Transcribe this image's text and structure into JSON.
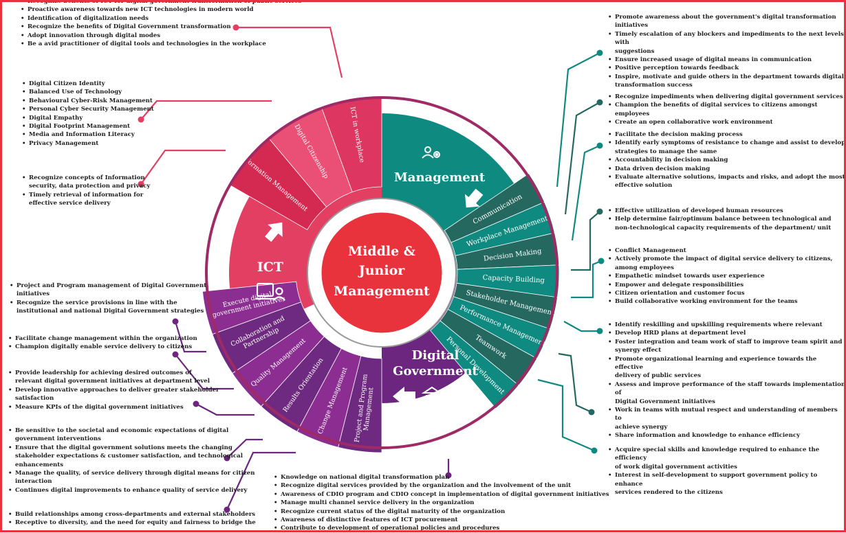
{
  "center": {
    "line1": "Middle &",
    "line2": "Junior",
    "line3": "Management"
  },
  "quadrants": {
    "management": {
      "label": "Management",
      "icon": "manager-gear-icon",
      "color": "#0f8a80"
    },
    "ict": {
      "label": "ICT",
      "icon": "computer-user-icon",
      "color": "#e23f63"
    },
    "digital_government": {
      "line1": "Digital",
      "line2": "Government",
      "icon": "government-building-icon",
      "color": "#6c2680"
    }
  },
  "ict_segments": [
    "Information Management",
    "Digital Citizenship",
    "ICT in workplace"
  ],
  "management_segments": [
    "Communication",
    "Workplace Management",
    "Decision Making",
    "Capacity Building",
    "Stakeholder Management",
    "Performance Management",
    "Teamwork",
    "Personal Development"
  ],
  "dg_segments": [
    "Project and Program|Management",
    "Change Management",
    "Results Orientation",
    "Quality Management",
    "Collaboration and|Partnership",
    "Execute digital|government initiatives"
  ],
  "lists": {
    "ict_workplace": [
      "Recognize benefits of ICT for digital government transformation of public services",
      "Proactive awareness towards new ICT technologies in modern world",
      "Identification of digitalization needs",
      "Recognize the benefits of Digital Government transformation",
      "Adopt innovation through digital modes",
      "Be a avid practitioner of digital tools and technologies in the workplace"
    ],
    "digital_citizenship": [
      "Digital Citizen Identity",
      "Balanced Use of Technology",
      "Behavioural Cyber-Risk Management",
      "Personal Cyber Security Management",
      "Digital Empathy",
      "Digital Footprint Management",
      "Media and Information Literacy",
      "Privacy Management"
    ],
    "information_management": [
      "Recognize concepts of Information|security, data protection and privacy",
      "Timely retrieval of information for|effective service delivery"
    ],
    "project_program": [
      "Project and Program management of Digital Government|initiatives",
      "Recognize the service provisions in line with the|institutional and national Digital Government strategies"
    ],
    "change_management": [
      "Facilitate change management within the organization",
      "Champion digitally enable service delivery to citizens"
    ],
    "results_orientation": [
      "Provide leadership for achieving desired outcomes of|relevant digital government initiatives at department level",
      "Develop innovative approaches to deliver greater stakeholder|satisfaction",
      "Measure KPIs of the digital government initiatives"
    ],
    "quality_management": [
      "Be sensitive to the societal and economic expectations of digital|government interventions",
      "Ensure that the digital government solutions meets the changing|stakeholder expectations & customer satisfaction, and technological|enhancements",
      "Manage the quality, of service delivery through digital means for citizen|interaction",
      "Continues digital improvements to enhance quality of service delivery"
    ],
    "collaboration": [
      "Build relationships among cross-departments and external stakeholders",
      "Receptive to diversity, and the need for equity and fairness to bridge the"
    ],
    "execute": [
      "Knowledge on national digital transformation plan",
      "Recognize digital services provided by the organization and the involvement of the unit",
      "Awareness of CDIO program and CDIO concept in implementation of digital government initiatives",
      "Manage multi channel service delivery in the organization",
      "Recognize current status of the digital maturity of the organization",
      "Awareness of distinctive features of ICT procurement",
      "Contribute to development of operational policies and procedures"
    ],
    "communication": [
      "Promote awareness about the government's digital transformation|initiatives",
      "Timely escalation of any blockers and impediments to the next levels with|suggestions",
      "Ensure increased usage of digital means in communication",
      "Positive perception towards feedback",
      "Inspire, motivate and guide others in the department towards digital|transformation success"
    ],
    "workplace_management": [
      "Recognize impediments when delivering digital government services",
      "Champion the benefits of digital services to citizens amongst employees",
      "Create an open collaborative work environment"
    ],
    "decision_making": [
      "Facilitate the decision making process",
      "Identify early symptoms of resistance to change and assist to develop|strategies to manage the same",
      "Accountability in decision making",
      "Data driven decision making",
      "Evaluate alternative solutions, impacts and risks, and adopt the most|effective solution"
    ],
    "capacity_building": [
      "Effective utilization of developed human resources",
      "Help determine fair/optimum balance between technological and|non-technological capacity requirements of the department/ unit"
    ],
    "stakeholder_management": [
      "Conflict Management",
      "Actively promote the impact of digital service delivery to citizens,|among employees",
      "Empathetic mindset towards user experience",
      "Empower and delegate responsibilities",
      "Citizen orientation and customer focus",
      "Build collaborative working environment for the teams"
    ],
    "performance_management": [
      "Identify reskilling and upskilling requirements where relevant",
      "Develop HRD plans at department level",
      "Foster integration and team work of staff to improve team spirit and|synergy effect",
      "Promote organizational learning and experience towards the effective|delivery of public services",
      "Assess and improve performance of the staff towards implementation of|Digital Government initiatives"
    ],
    "teamwork": [
      "Work in teams with mutual respect and understanding of members to|achieve synergy",
      "Share information and knowledge to enhance efficiency"
    ],
    "personal_development": [
      "Acquire special skills and knowledge required to enhance the efficiency|of work digital government activities",
      "Interest in self-development to support government policy to enhance|services rendered to the citizens"
    ]
  }
}
